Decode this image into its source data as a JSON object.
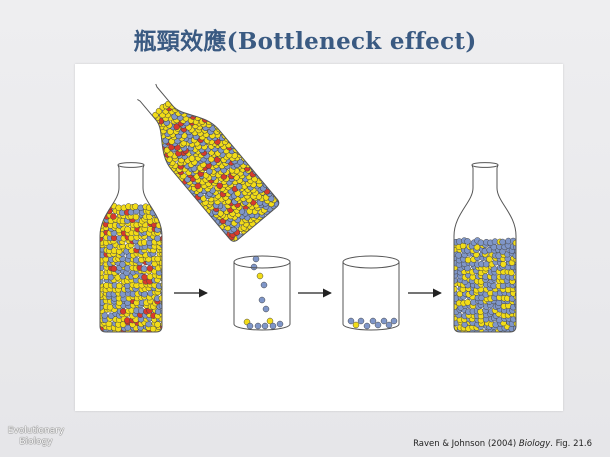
{
  "slide": {
    "title": "瓶頸效應(Bottleneck effect)"
  },
  "logo": {
    "line1": "Evolutionary",
    "line2": "Biology"
  },
  "citation": {
    "prefix": "Raven & Johnson (2004) ",
    "italic": "Biology",
    "suffix": ". Fig. 21.6"
  },
  "diagram": {
    "colors": {
      "yellow": "#f2dc18",
      "blue": "#7f96c8",
      "red": "#d83a2c",
      "outline": "#444444",
      "glass": "#555555"
    },
    "arrow_count": 3
  }
}
